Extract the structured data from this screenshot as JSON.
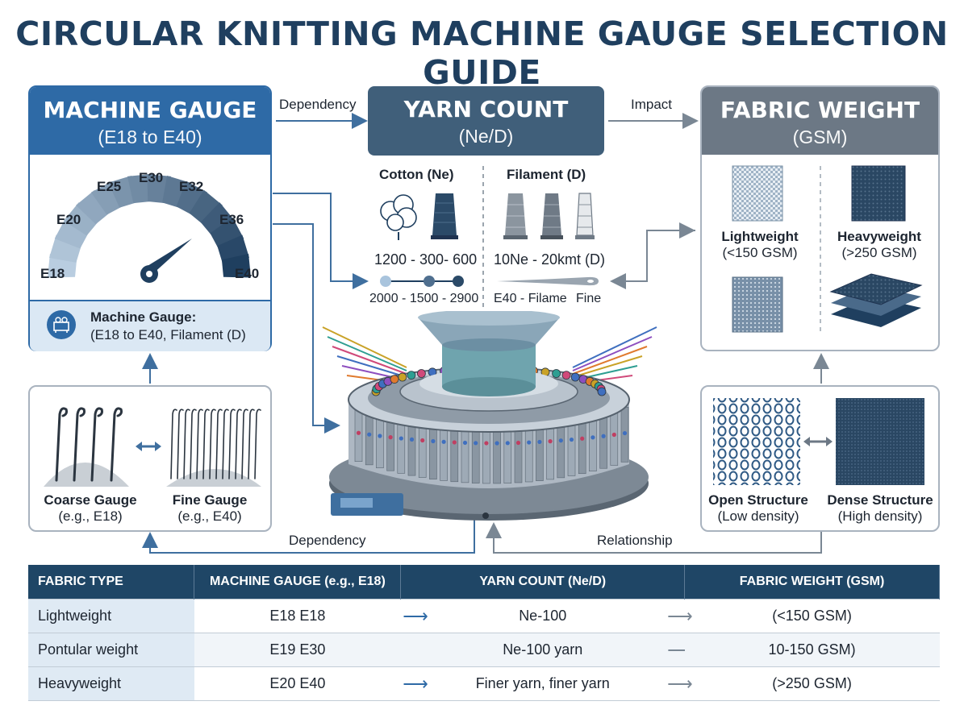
{
  "title": "CIRCULAR KNITTING MACHINE GAUGE SELECTION GUIDE",
  "machine_gauge": {
    "title": "MACHINE GAUGE",
    "subtitle": "(E18 to E40)",
    "dial_labels": [
      "E18",
      "E20",
      "E25",
      "E30",
      "E32",
      "E36",
      "E40"
    ],
    "note_title": "Machine Gauge:",
    "note_text": "(E18 to E40, Filament (D)"
  },
  "yarn_count": {
    "title": "YARN COUNT",
    "subtitle": "(Ne/D)",
    "cotton_label": "Cotton (Ne)",
    "filament_label": "Filament (D)",
    "cotton_range": "1200 - 300- 600",
    "cotton_scale": "2000 - 1500 - 2900",
    "filament_range": "10Ne - 20kmt (D)",
    "filament_scale_left": "E40 - Filame",
    "filament_scale_right": "Fine"
  },
  "fabric_weight": {
    "title": "FABRIC WEIGHT",
    "subtitle": "(GSM)",
    "light_label": "Lightweight",
    "light_value": "(<150 GSM)",
    "heavy_label": "Heavyweight",
    "heavy_value": "(>250 GSM)"
  },
  "needles": {
    "coarse_label": "Coarse Gauge",
    "coarse_example": "(e.g., E18)",
    "fine_label": "Fine Gauge",
    "fine_example": "(e.g., E40)"
  },
  "structure": {
    "open_label": "Open Structure",
    "open_density": "(Low density)",
    "dense_label": "Dense Structure",
    "dense_density": "(High density)"
  },
  "connectors": {
    "dependency_top": "Dependency",
    "impact": "Impact",
    "dependency_bottom": "Dependency",
    "relationship": "Relationship"
  },
  "table": {
    "headers": [
      "FABRIC TYPE",
      "MACHINE GAUGE (e.g., E18)",
      "YARN COUNT (Ne/D)",
      "FABRIC WEIGHT (GSM)"
    ],
    "rows": [
      [
        "Lightweight",
        "E18 E18",
        "Ne-100",
        "(<150 GSM)"
      ],
      [
        "Pontular weight",
        "E19 E30",
        "Ne-100 yarn",
        "10-150 GSM)"
      ],
      [
        "Heavyweight",
        "E20 E40",
        "Finer yarn, finer yarn",
        "(>250 GSM)"
      ]
    ]
  },
  "colors": {
    "primary_blue": "#2e6aa6",
    "header_dark": "#405f7a",
    "header_gray": "#6c7885",
    "table_header": "#1f4666",
    "gauge_light": "#b9cde0",
    "gauge_dark": "#1f3f5f"
  }
}
